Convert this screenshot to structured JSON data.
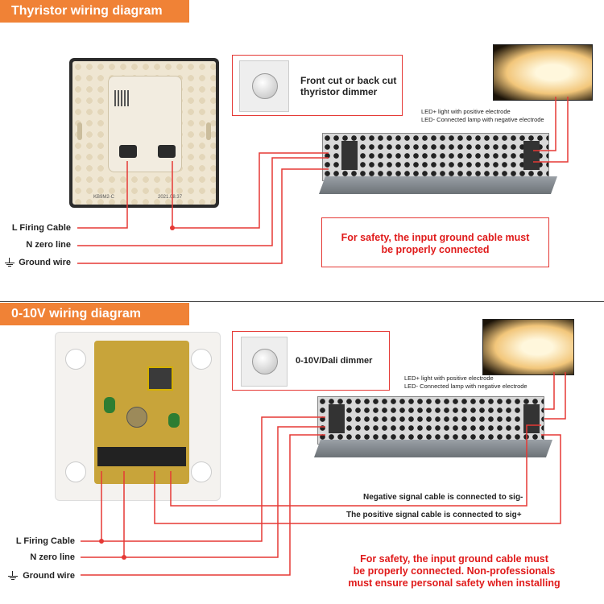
{
  "top": {
    "title": "Thyristor wiring diagram",
    "dimmer_label_line1": "Front cut or back cut",
    "dimmer_label_line2": "thyristor dimmer",
    "led_note_line1": "LED+ light with positive electrode",
    "led_note_line2": "LED- Connected lamp with negative electrode",
    "wires": [
      "L Firing Cable",
      "N zero line",
      "Ground wire"
    ],
    "warning_line1": "For safety, the input ground cable must",
    "warning_line2": "be properly connected",
    "switch_print_left": "KB9M2-C",
    "switch_print_right": "2021.08.37"
  },
  "bottom": {
    "title": "0-10V wiring diagram",
    "dimmer_label": "0-10V/Dali dimmer",
    "led_note_line1": "LED+ light with positive electrode",
    "led_note_line2": "LED- Connected lamp with negative electrode",
    "signal_negative": "Negative signal cable is connected to sig-",
    "signal_positive": "The positive signal cable is connected to sig+",
    "wires": [
      "L Firing Cable",
      "N zero line",
      "Ground wire"
    ],
    "warning_line1": "For safety, the input ground cable must",
    "warning_line2": "be properly connected. Non-professionals",
    "warning_line3": "must ensure personal safety when installing"
  },
  "colors": {
    "accent": "#f08236",
    "wire": "#e53935",
    "warning_text": "#e01b1b"
  }
}
